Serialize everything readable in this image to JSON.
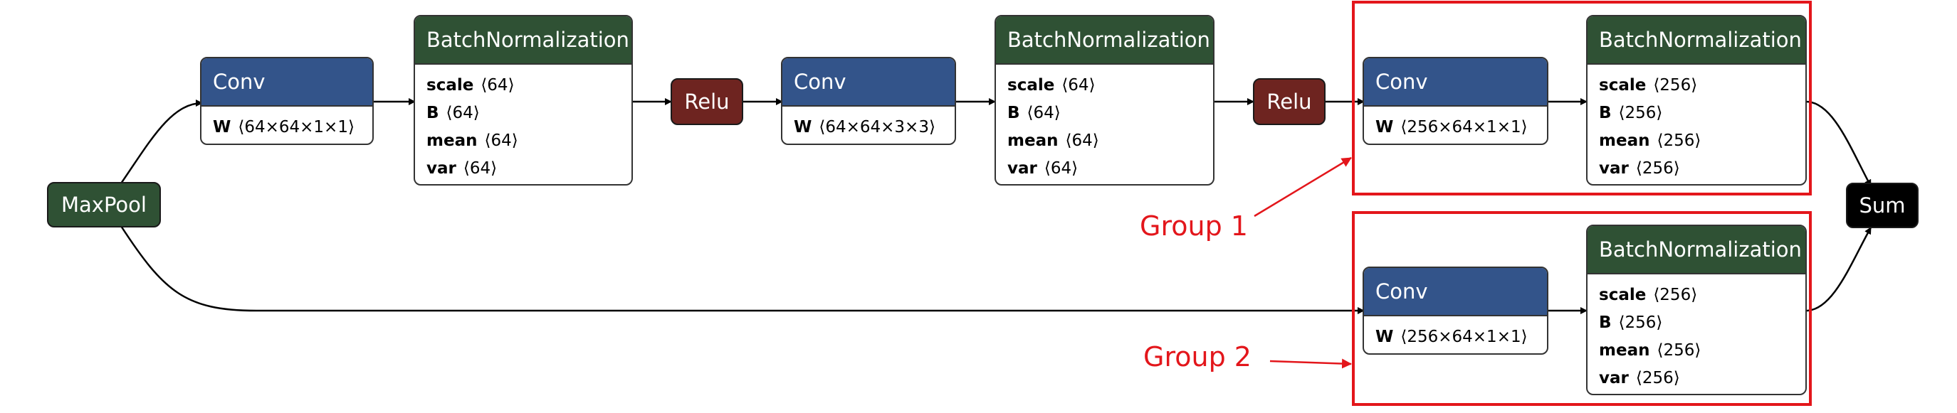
{
  "colors": {
    "conv": "#33548a",
    "batchnorm": "#2f5134",
    "relu": "#6e2420",
    "maxpool": "#2f5134",
    "sum": "#000000",
    "highlight": "#e3161b",
    "edge": "#000000"
  },
  "nodes": {
    "maxpool": {
      "label": "MaxPool"
    },
    "conv1": {
      "label": "Conv",
      "params": [
        {
          "name": "W",
          "shape": "⟨64×64×1×1⟩"
        }
      ]
    },
    "bn1": {
      "label": "BatchNormalization",
      "params": [
        {
          "name": "scale",
          "shape": "⟨64⟩"
        },
        {
          "name": "B",
          "shape": "⟨64⟩"
        },
        {
          "name": "mean",
          "shape": "⟨64⟩"
        },
        {
          "name": "var",
          "shape": "⟨64⟩"
        }
      ]
    },
    "relu1": {
      "label": "Relu"
    },
    "conv2": {
      "label": "Conv",
      "params": [
        {
          "name": "W",
          "shape": "⟨64×64×3×3⟩"
        }
      ]
    },
    "bn2": {
      "label": "BatchNormalization",
      "params": [
        {
          "name": "scale",
          "shape": "⟨64⟩"
        },
        {
          "name": "B",
          "shape": "⟨64⟩"
        },
        {
          "name": "mean",
          "shape": "⟨64⟩"
        },
        {
          "name": "var",
          "shape": "⟨64⟩"
        }
      ]
    },
    "relu2": {
      "label": "Relu"
    },
    "conv3": {
      "label": "Conv",
      "params": [
        {
          "name": "W",
          "shape": "⟨256×64×1×1⟩"
        }
      ]
    },
    "bn3": {
      "label": "BatchNormalization",
      "params": [
        {
          "name": "scale",
          "shape": "⟨256⟩"
        },
        {
          "name": "B",
          "shape": "⟨256⟩"
        },
        {
          "name": "mean",
          "shape": "⟨256⟩"
        },
        {
          "name": "var",
          "shape": "⟨256⟩"
        }
      ]
    },
    "conv4": {
      "label": "Conv",
      "params": [
        {
          "name": "W",
          "shape": "⟨256×64×1×1⟩"
        }
      ]
    },
    "bn4": {
      "label": "BatchNormalization",
      "params": [
        {
          "name": "scale",
          "shape": "⟨256⟩"
        },
        {
          "name": "B",
          "shape": "⟨256⟩"
        },
        {
          "name": "mean",
          "shape": "⟨256⟩"
        },
        {
          "name": "var",
          "shape": "⟨256⟩"
        }
      ]
    },
    "sum": {
      "label": "Sum"
    }
  },
  "groups": [
    {
      "label": "Group 1"
    },
    {
      "label": "Group 2"
    }
  ]
}
